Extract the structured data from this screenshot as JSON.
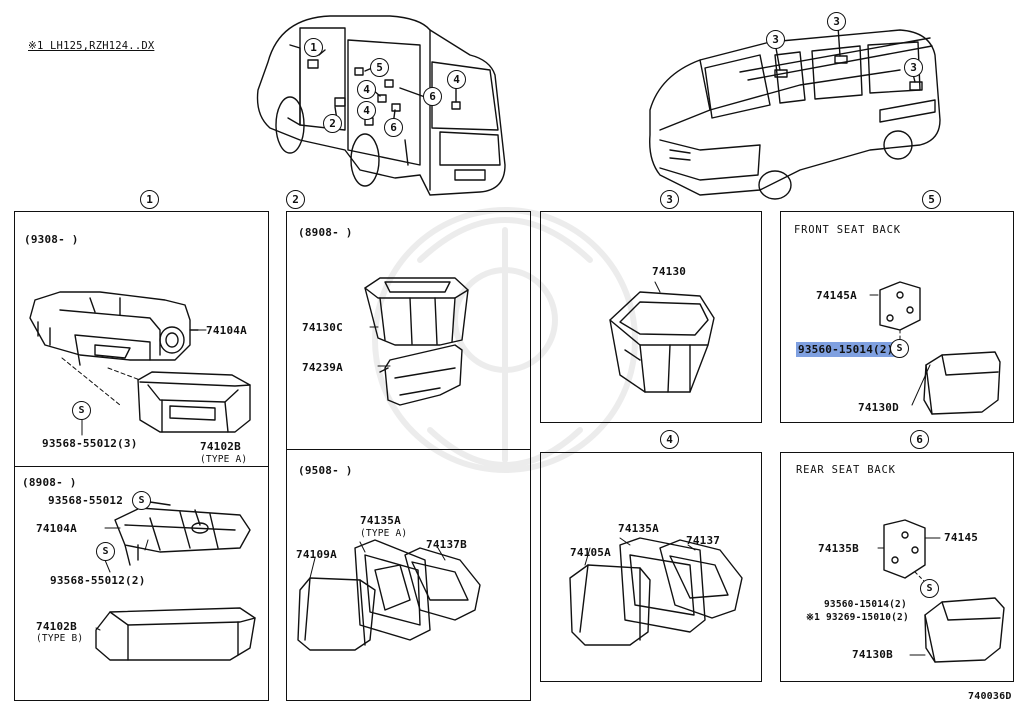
{
  "note": "※1 LH125,RZH124..DX",
  "diagram_id": "740036D",
  "callout_numbers": [
    "1",
    "2",
    "3",
    "4",
    "5",
    "6"
  ],
  "sections": {
    "s1": {
      "number": "1",
      "top": {
        "date": "(9308-      )",
        "parts": [
          "74104A",
          "74102B",
          "(TYPE A)",
          "93568-55012(3)"
        ]
      },
      "bottom": {
        "date": "(8908-      )",
        "parts": [
          "93568-55012",
          "74104A",
          "93568-55012(2)",
          "74102B",
          "(TYPE B)"
        ]
      }
    },
    "s2": {
      "number": "2",
      "top": {
        "date": "(8908-      )",
        "parts": [
          "74130C",
          "74239A"
        ]
      },
      "bottom": {
        "date": "(9508-      )",
        "parts": [
          "74135A",
          "(TYPE A)",
          "74137B",
          "74109A"
        ]
      }
    },
    "s3": {
      "number": "3",
      "parts": [
        "74130"
      ]
    },
    "s4": {
      "number": "4",
      "parts": [
        "74135A",
        "74137",
        "74105A"
      ]
    },
    "s5": {
      "number": "5",
      "title": "FRONT SEAT BACK",
      "parts": [
        "74145A",
        "93560-15014(2)",
        "74130D"
      ]
    },
    "s6": {
      "number": "6",
      "title": "REAR SEAT BACK",
      "parts": [
        "74135B",
        "74145",
        "93560-15014(2)",
        "※1 93269-15010(2)",
        "74130B"
      ]
    }
  },
  "screw_symbol": "S",
  "highlight_color": "#7fa0e0"
}
